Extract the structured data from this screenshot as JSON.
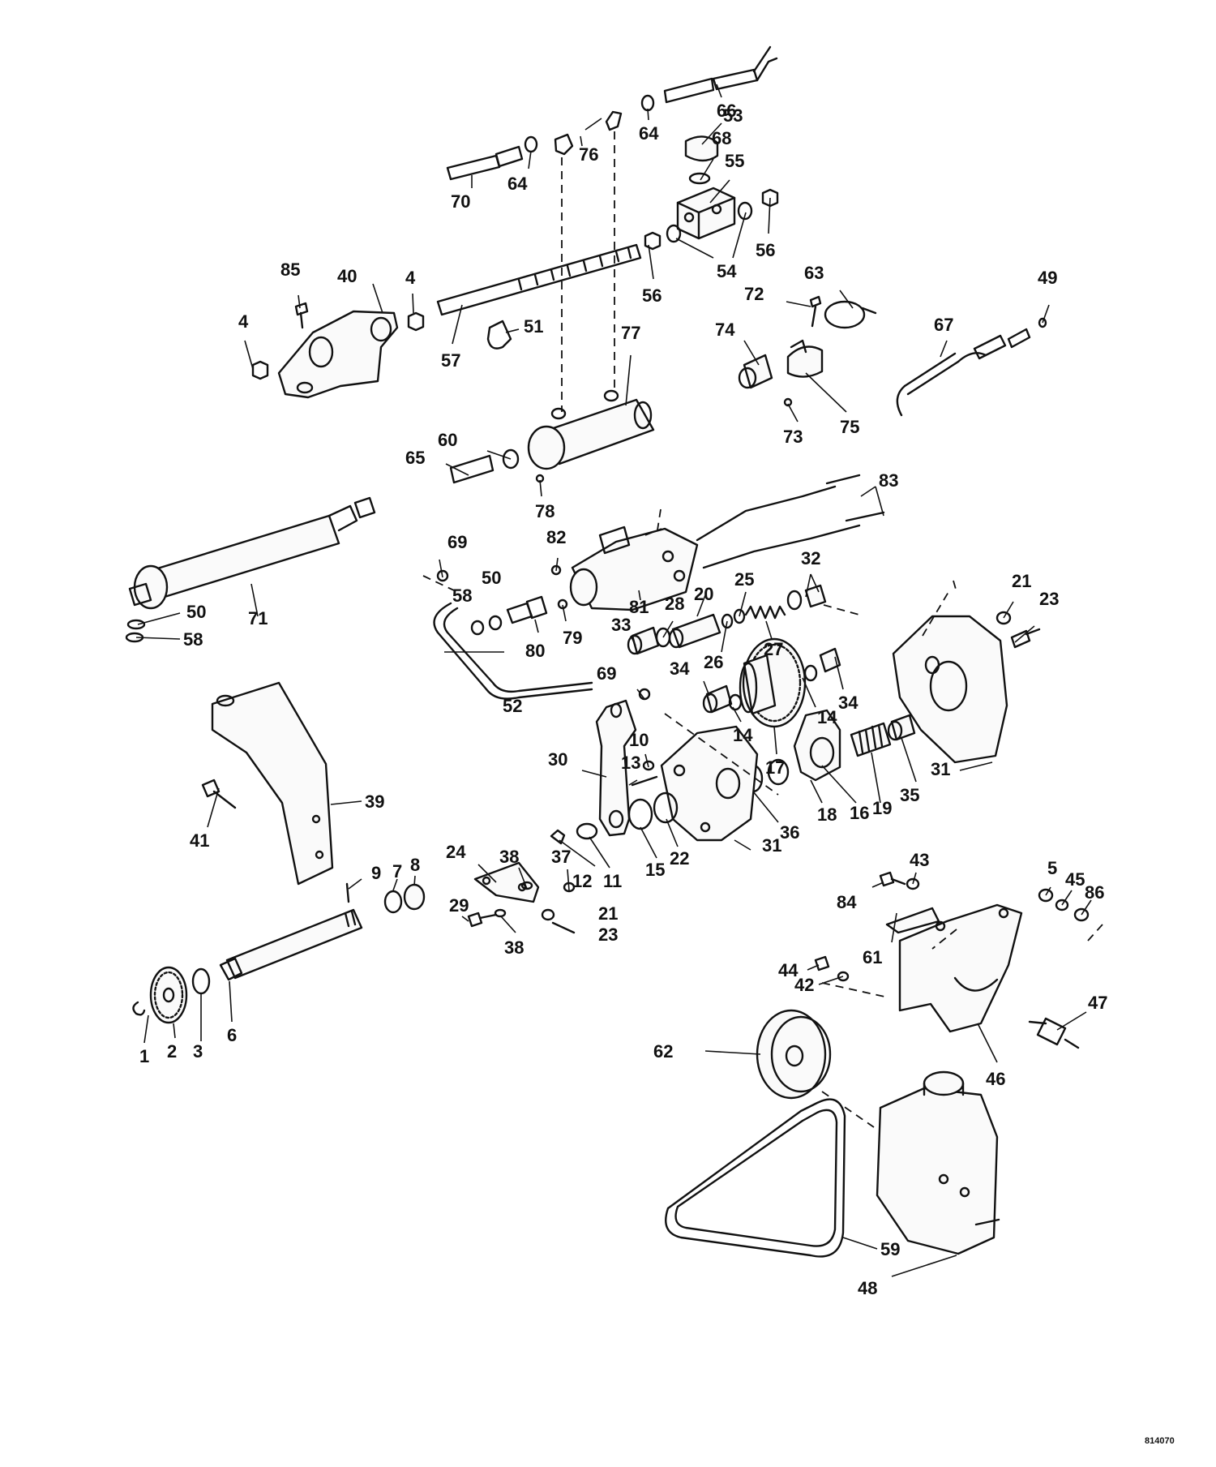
{
  "drawing_number": "814070",
  "callouts": [
    "1",
    "2",
    "3",
    "4",
    "5",
    "6",
    "7",
    "8",
    "9",
    "10",
    "11",
    "12",
    "13",
    "14",
    "15",
    "16",
    "17",
    "18",
    "19",
    "20",
    "21",
    "22",
    "23",
    "24",
    "25",
    "26",
    "27",
    "28",
    "29",
    "30",
    "31",
    "32",
    "33",
    "34",
    "35",
    "36",
    "37",
    "38",
    "39",
    "40",
    "41",
    "42",
    "43",
    "44",
    "45",
    "46",
    "47",
    "48",
    "49",
    "50",
    "51",
    "52",
    "53",
    "54",
    "55",
    "56",
    "57",
    "58",
    "59",
    "60",
    "61",
    "62",
    "63",
    "64",
    "65",
    "66",
    "67",
    "68",
    "69",
    "70",
    "71",
    "72",
    "73",
    "74",
    "75",
    "76",
    "77",
    "78",
    "79",
    "80",
    "81",
    "82",
    "83",
    "84",
    "85",
    "86"
  ]
}
